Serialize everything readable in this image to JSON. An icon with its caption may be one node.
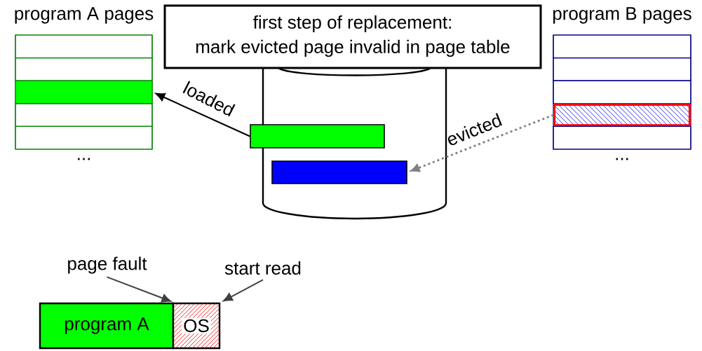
{
  "diagram": {
    "nodes": [
      {
        "text": [
          "program A pages"
        ],
        "beside": [
          "..."
        ]
      },
      {
        "text": [],
        "shape": "box",
        "in": 0
      },
      {
        "text": [],
        "shape": "box",
        "in": 0
      },
      {
        "text": [],
        "shape": "box",
        "in": 0
      },
      {
        "text": [],
        "shape": "box",
        "in": 0
      },
      {
        "text": [],
        "shape": "box",
        "in": 0
      },
      {
        "text": [
          "program B pages"
        ],
        "beside": [
          "..."
        ]
      },
      {
        "text": [],
        "shape": "box",
        "in": 6
      },
      {
        "text": [],
        "shape": "box",
        "in": 6
      },
      {
        "text": [],
        "shape": "box",
        "in": 6
      },
      {
        "text": [],
        "shape": "box",
        "in": 6
      },
      {
        "text": [],
        "shape": "box",
        "in": 6
      },
      {
        "text": [
          "first step of replacement:",
          "mark evicted page invalid in page table"
        ]
      },
      {
        "text": [],
        "shape": "cylinder"
      },
      {
        "text": [],
        "shape": "bar",
        "in": 13
      },
      {
        "text": [],
        "shape": "bar",
        "in": 13
      },
      {
        "text": [
          "program A"
        ]
      },
      {
        "text": [
          "OS"
        ]
      },
      {
        "text": [
          "page fault"
        ]
      },
      {
        "text": [
          "start read"
        ]
      }
    ],
    "edges": [
      {
        "from": 14,
        "to": 3,
        "arrow": "to",
        "label": "loaded"
      },
      {
        "from": 10,
        "to": 15,
        "arrow": "to",
        "label": "evicted",
        "style": "dashed",
        "color": "#808080"
      },
      {
        "from": 18,
        "to": 16,
        "arrow": "to",
        "color": "#404040"
      },
      {
        "from": 19,
        "to": 17,
        "arrow": "to",
        "color": "#404040"
      }
    ]
  }
}
